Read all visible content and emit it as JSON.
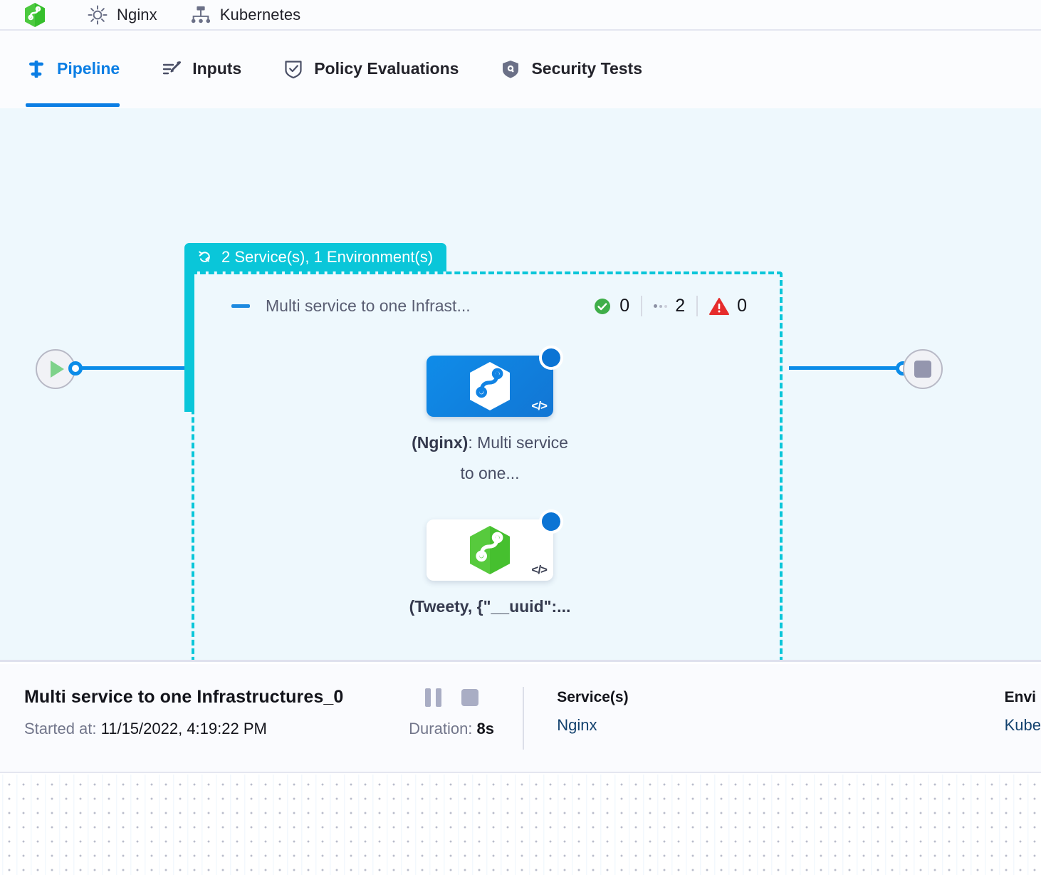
{
  "topbar": {
    "items": [
      {
        "icon": "harness-hex-logo",
        "label": ""
      },
      {
        "icon": "gear-icon",
        "label": "Nginx"
      },
      {
        "icon": "infrastructure-icon",
        "label": "Kubernetes"
      }
    ]
  },
  "tabs": [
    {
      "id": "pipeline",
      "label": "Pipeline",
      "icon": "pipeline-icon",
      "active": true
    },
    {
      "id": "inputs",
      "label": "Inputs",
      "icon": "inputs-icon",
      "active": false
    },
    {
      "id": "policy-evaluations",
      "label": "Policy Evaluations",
      "icon": "policy-shield-icon",
      "active": false
    },
    {
      "id": "security-tests",
      "label": "Security Tests",
      "icon": "security-shield-icon",
      "active": false
    }
  ],
  "canvas": {
    "start_node": {
      "icon": "play-icon"
    },
    "end_node": {
      "icon": "stop-icon"
    },
    "group": {
      "badge_icon": "rollback-loop-icon",
      "badge_label": "2 Service(s), 1 Environment(s)",
      "title": "Multi service to one Infrast...",
      "collapse_icon": "collapse-dash-icon",
      "status": [
        {
          "icon": "success-check-icon",
          "count": "0"
        },
        {
          "icon": "running-dots-icon",
          "count": "2"
        },
        {
          "icon": "error-warning-icon",
          "count": "0"
        }
      ],
      "steps": [
        {
          "id": "nginx-step",
          "icon": "harness-hex-white-icon",
          "code_icon": "code-brackets-icon",
          "status_icon": "running-spinner-icon",
          "label_bold": "(Nginx)",
          "label_rest": ": Multi service to one..."
        },
        {
          "id": "tweety-step",
          "icon": "harness-hex-green-icon",
          "code_icon": "code-brackets-icon",
          "status_icon": "running-spinner-icon",
          "label_bold": "(Tweety, {\"__uuid\":...",
          "label_rest": ""
        }
      ]
    }
  },
  "detail": {
    "title": "Multi service to one Infrastructures_0",
    "started_key": "Started at: ",
    "started_value": "11/15/2022, 4:19:22 PM",
    "pause_icon": "pause-icon",
    "stop_icon": "stop-icon",
    "duration_key": "Duration: ",
    "duration_value": "8s",
    "services_head": "Service(s)",
    "services_value": "Nginx",
    "environments_head": "Envi",
    "environments_value": "Kube"
  },
  "colors": {
    "accent_blue": "#0b7ee4",
    "group_teal": "#0ac6d9",
    "canvas_bg": "#eef8fd",
    "panel_bg": "#fafbfe",
    "success_green": "#3fae49",
    "error_red": "#e62c2c",
    "link_navy": "#12416e"
  }
}
